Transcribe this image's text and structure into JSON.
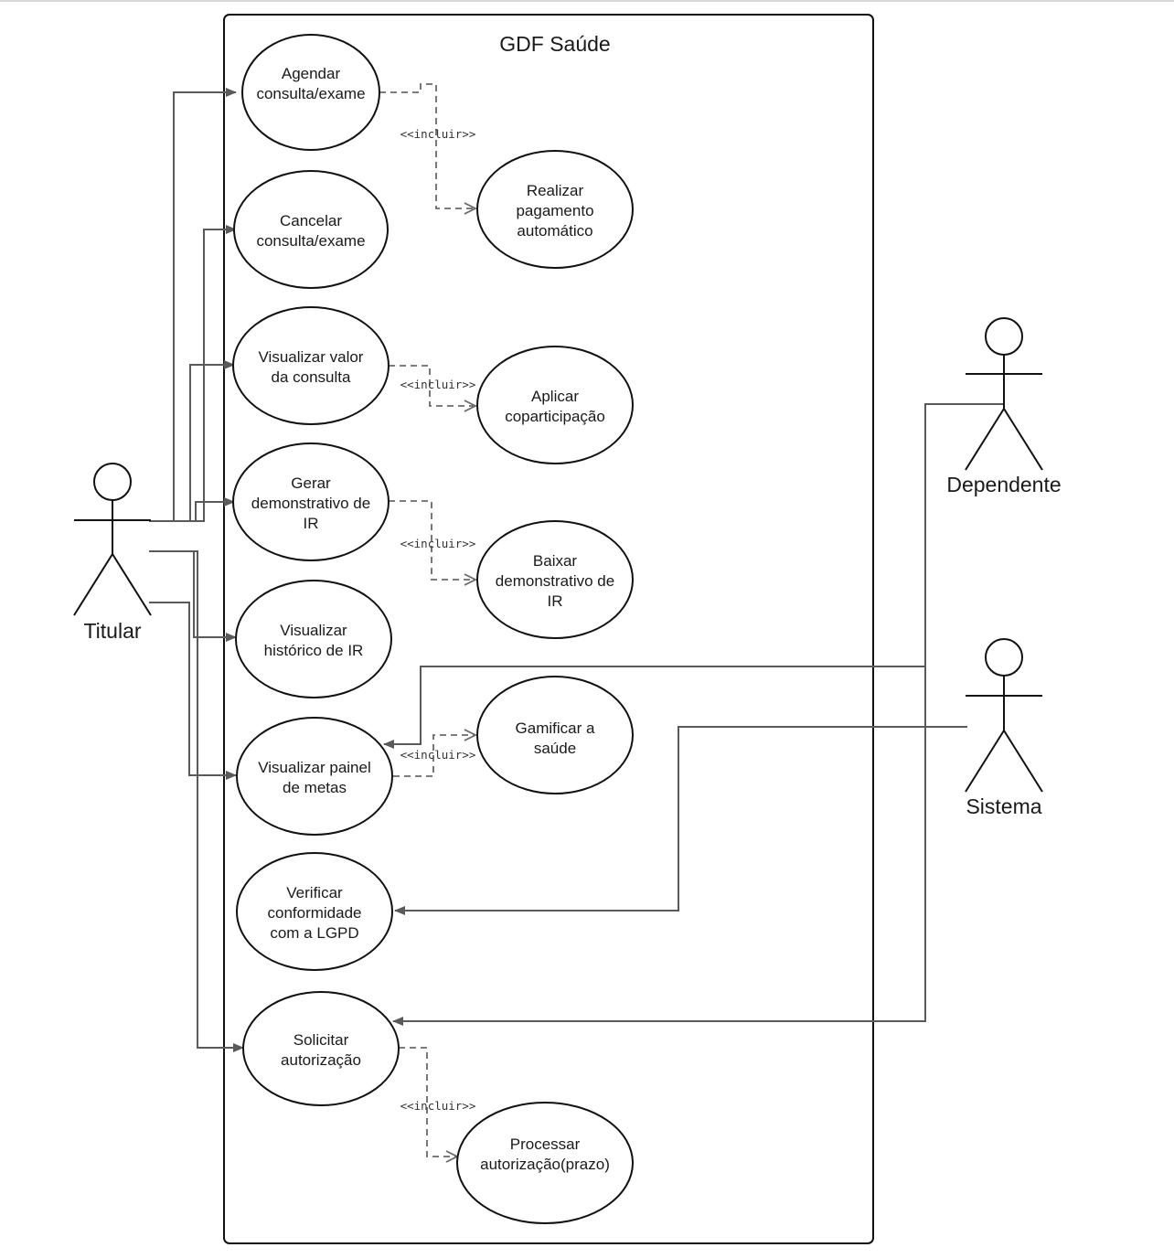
{
  "system": {
    "title": "GDF Saúde"
  },
  "actors": {
    "titular": "Titular",
    "dependente": "Dependente",
    "sistema": "Sistema"
  },
  "use_cases": {
    "agendar": [
      "Agendar",
      "consulta/exame"
    ],
    "cancelar": [
      "Cancelar",
      "consulta/exame"
    ],
    "visualizar_valor": [
      "Visualizar valor",
      "da consulta"
    ],
    "gerar_ir": [
      "Gerar",
      "demonstrativo de",
      "IR"
    ],
    "historico_ir": [
      "Visualizar",
      "histórico de IR"
    ],
    "painel_metas": [
      "Visualizar painel",
      "de metas"
    ],
    "lgpd": [
      "Verificar",
      "conformidade",
      "com a LGPD"
    ],
    "solicitar": [
      "Solicitar",
      "autorização"
    ],
    "pagamento": [
      "Realizar",
      "pagamento",
      "automático"
    ],
    "coparticipacao": [
      "Aplicar",
      "coparticipação"
    ],
    "baixar_ir": [
      "Baixar",
      "demonstrativo de",
      "IR"
    ],
    "gamificar": [
      "Gamificar a",
      "saúde"
    ],
    "processar": [
      "Processar",
      "autorização(prazo)"
    ]
  },
  "relations": {
    "include_label": "<<incluir>>"
  }
}
